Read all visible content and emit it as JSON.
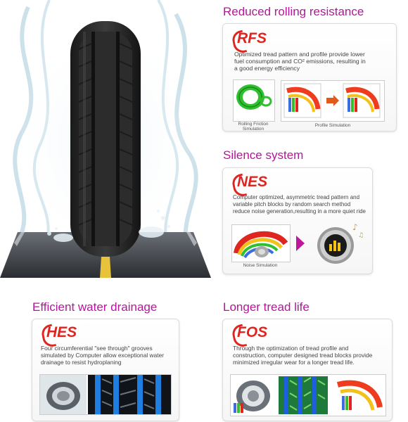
{
  "features": [
    {
      "id": "rfs",
      "title": "Reduced rolling resistance",
      "badge": "RFS",
      "description_lines": [
        "Optimized tread pattern and profile provide lower",
        "fuel consumption and CO² emissions, resulting in",
        "a good energy efficiency"
      ],
      "captions": [
        "Rolling Friction Simulation",
        "Profile Simulation"
      ]
    },
    {
      "id": "nes",
      "title": "Silence system",
      "badge": "NES",
      "description_lines": [
        "Computer optimized, asymmetric tread pattern and",
        "variable pitch blocks by random search method",
        "reduce noise generation,resulting in a more quiet ride"
      ],
      "captions": [
        "Noise Simulation"
      ]
    },
    {
      "id": "hes",
      "title": "Efficient water drainage",
      "badge": "HES",
      "description_lines": [
        "Four circumferential \"see through\" grooves",
        "simulated by Computer allow exceptional water",
        "drainage to resist hydroplaning"
      ],
      "captions": []
    },
    {
      "id": "fos",
      "title": "Longer tread life",
      "badge": "FOS",
      "description_lines": [
        "Through the optimization of tread profile and",
        "construction, computer designed tread blocks provide",
        "minimized irregular wear for a longer tread life."
      ],
      "captions": []
    }
  ],
  "colors": {
    "heading": "#b5159a",
    "badge": "#e0241f",
    "arrow": "#c0169a"
  }
}
